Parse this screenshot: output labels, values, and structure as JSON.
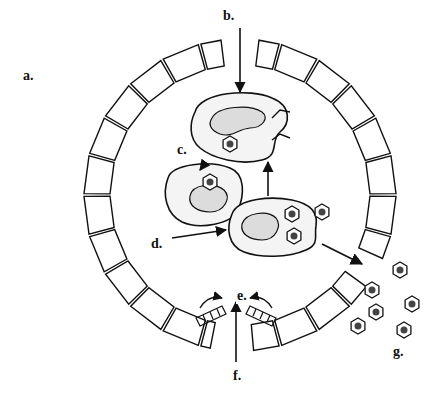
{
  "diagram": {
    "labels": [
      "a.",
      "b.",
      "c.",
      "d.",
      "e.",
      "f.",
      "g."
    ]
  }
}
